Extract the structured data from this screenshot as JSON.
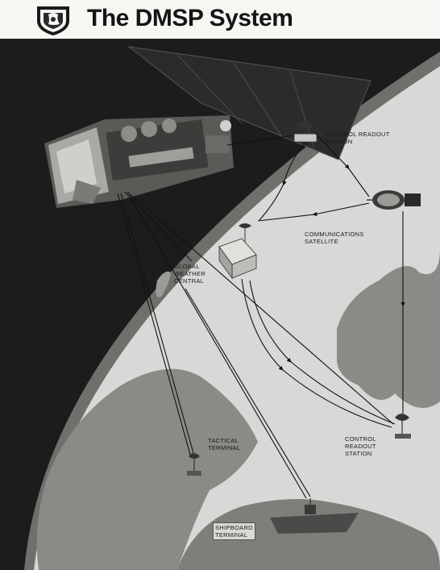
{
  "header": {
    "title": "The DMSP System"
  },
  "icons": {
    "emblem": "air-force-shield-emblem",
    "satellite": "dmsp-satellite",
    "comm_satellite": "communications-satellite",
    "antenna": "dish-antenna",
    "ship": "ship"
  },
  "colors": {
    "space": "#1c1c1c",
    "land": "#8a8a87",
    "ocean": "#d8d8d6"
  },
  "labels": {
    "control_readout_top": "CONTROL READOUT\nSTATION",
    "communications_satellite": "COMMUNICATIONS\nSATELLITE",
    "global_weather_central": "GLOBAL\nWEATHER\nCENTRAL",
    "tactical_terminal": "TACTICAL\nTERMINAL",
    "control_readout_bottom": "CONTROL\nREADOUT\nSTATION",
    "shipboard_terminal": "SHIPBOARD\nTERMINAL"
  }
}
